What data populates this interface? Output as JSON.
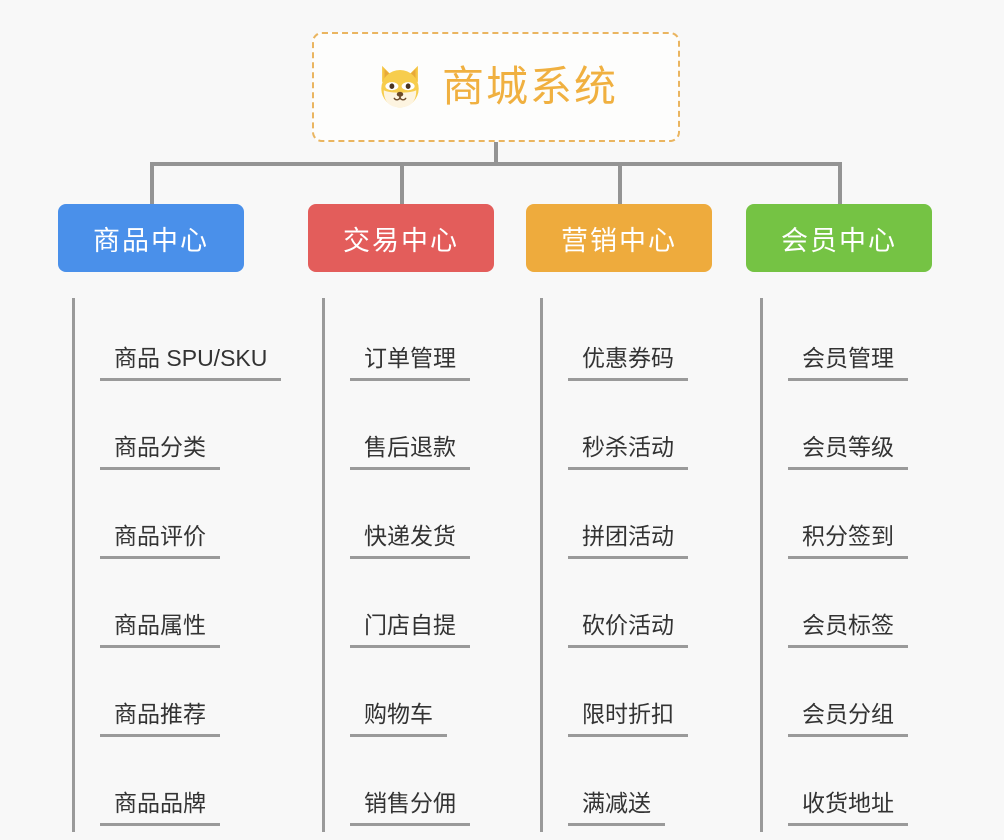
{
  "root": {
    "title": "商城系统",
    "emoji_name": "shiba-dog-face-emoji",
    "border_color": "#eab560",
    "title_color": "#f0b040"
  },
  "connector_color": "#949494",
  "background_color": "#f8f8f8",
  "columns": [
    {
      "id": "product-center",
      "title": "商品中心",
      "color": "#4a90ea",
      "items": [
        "商品 SPU/SKU",
        "商品分类",
        "商品评价",
        "商品属性",
        "商品推荐",
        "商品品牌"
      ]
    },
    {
      "id": "trade-center",
      "title": "交易中心",
      "color": "#e35d5b",
      "items": [
        "订单管理",
        "售后退款",
        "快递发货",
        "门店自提",
        "购物车",
        "销售分佣"
      ]
    },
    {
      "id": "marketing-center",
      "title": "营销中心",
      "color": "#eeab3d",
      "items": [
        "优惠券码",
        "秒杀活动",
        "拼团活动",
        "砍价活动",
        "限时折扣",
        "满减送"
      ]
    },
    {
      "id": "member-center",
      "title": "会员中心",
      "color": "#75c344",
      "items": [
        "会员管理",
        "会员等级",
        "积分签到",
        "会员标签",
        "会员分组",
        "收货地址"
      ]
    }
  ]
}
